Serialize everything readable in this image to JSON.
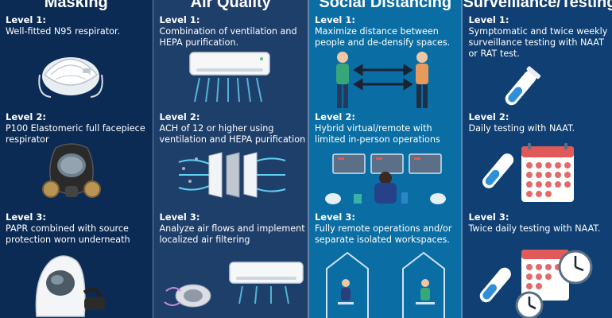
{
  "columns": [
    {
      "title": "Masking",
      "levels": [
        {
          "label": "Level 1:",
          "text": "Well-fitted N95 respirator."
        },
        {
          "label": "Level 2:",
          "text": "P100 Elastomeric full facepiece respirator"
        },
        {
          "label": "Level 3:",
          "text": "PAPR combined with source protection worn underneath"
        }
      ]
    },
    {
      "title": "Air Quality",
      "levels": [
        {
          "label": "Level 1:",
          "text": "Combination of ventilation and HEPA purification."
        },
        {
          "label": "Level 2:",
          "text": "ACH of 12 or higher using ventilation and HEPA purification"
        },
        {
          "label": "Level 3:",
          "text": "Analyze air flows and implement localized air filtering"
        }
      ]
    },
    {
      "title": "Social Distancing",
      "levels": [
        {
          "label": "Level 1:",
          "text": "Maximize distance between people and de-densify spaces."
        },
        {
          "label": "Level 2:",
          "text": "Hybrid virtual/remote with limited in-person operations"
        },
        {
          "label": "Level 3:",
          "text": "Fully remote operations and/or separate isolated workspaces."
        }
      ]
    },
    {
      "title": "Surveillance/Testing",
      "levels": [
        {
          "label": "Level 1:",
          "text": "Symptomatic and twice weekly surveillance testing with NAAT or RAT test."
        },
        {
          "label": "Level 2:",
          "text": "Daily testing with NAAT."
        },
        {
          "label": "Level 3:",
          "text": "Twice daily testing with NAAT."
        }
      ]
    }
  ],
  "colors": {
    "masking_bg": "#0b2b55",
    "air_bg": "#1f3f6b",
    "distancing_bg": "#0a6ea4",
    "testing_bg": "#0f3f73",
    "accent_red": "#e05a5a",
    "airflow_blue": "#5fd0f0"
  },
  "icons": {
    "masking": [
      "n95-respirator-icon",
      "elastomeric-respirator-icon",
      "papr-hood-icon"
    ],
    "air_quality": [
      "air-conditioner-icon",
      "hepa-filter-icon",
      "localized-filter-icon"
    ],
    "distancing": [
      "two-people-distance-icon",
      "hybrid-office-icon",
      "isolated-rooms-icon"
    ],
    "testing": [
      "test-tube-icon",
      "calendar-icon",
      "clock-icon"
    ]
  }
}
